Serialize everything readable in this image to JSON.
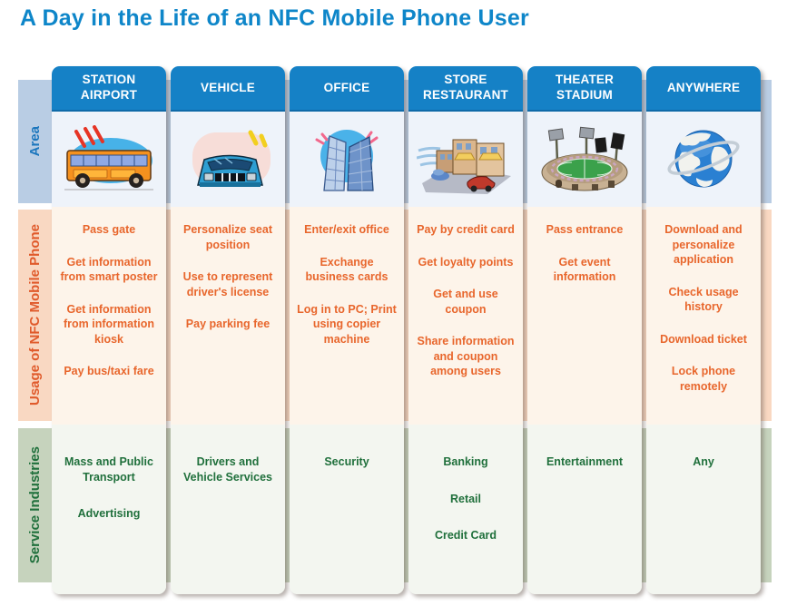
{
  "title": "A Day in the Life of an NFC Mobile Phone User",
  "rows": {
    "area_label": "Area",
    "usage_label": "Usage of NFC Mobile Phone",
    "service_label": "Service Industries"
  },
  "colors": {
    "title_blue": "#0e86c9",
    "header_tab_blue": "#1581c6",
    "area_band": "#b9cde4",
    "usage_band": "#f9d8c2",
    "service_band": "#c6d3bd",
    "area_label_text": "#1b76bd",
    "usage_text": "#e8662c",
    "service_text": "#20703c"
  },
  "columns": [
    {
      "header": "STATION AIRPORT",
      "icon": "bus-icon",
      "usage": [
        "Pass gate",
        "Get information from smart poster",
        "Get information from information kiosk",
        "Pay bus/taxi fare"
      ],
      "services": [
        "Mass and Public Transport",
        "Advertising"
      ]
    },
    {
      "header": "VEHICLE",
      "icon": "car-icon",
      "usage": [
        "Personalize seat position",
        "Use to represent driver's license",
        "Pay parking fee"
      ],
      "services": [
        "Drivers and Vehicle Services"
      ]
    },
    {
      "header": "OFFICE",
      "icon": "office-buildings-icon",
      "usage": [
        "Enter/exit office",
        "Exchange business cards",
        "Log in to PC; Print using copier machine"
      ],
      "services": [
        "Security"
      ]
    },
    {
      "header": "STORE RESTAURANT",
      "icon": "store-icon",
      "usage": [
        "Pay by credit card",
        "Get loyalty points",
        "Get and use coupon",
        "Share information and coupon among users"
      ],
      "services": [
        "Banking",
        "Retail",
        "Credit Card"
      ]
    },
    {
      "header": "THEATER STADIUM",
      "icon": "stadium-icon",
      "usage": [
        "Pass entrance",
        "Get event information"
      ],
      "services": [
        "Entertainment"
      ]
    },
    {
      "header": "ANYWHERE",
      "icon": "globe-icon",
      "usage": [
        "Download and personalize application",
        "Check usage history",
        "Download ticket",
        "Lock phone remotely"
      ],
      "services": [
        "Any"
      ]
    }
  ]
}
